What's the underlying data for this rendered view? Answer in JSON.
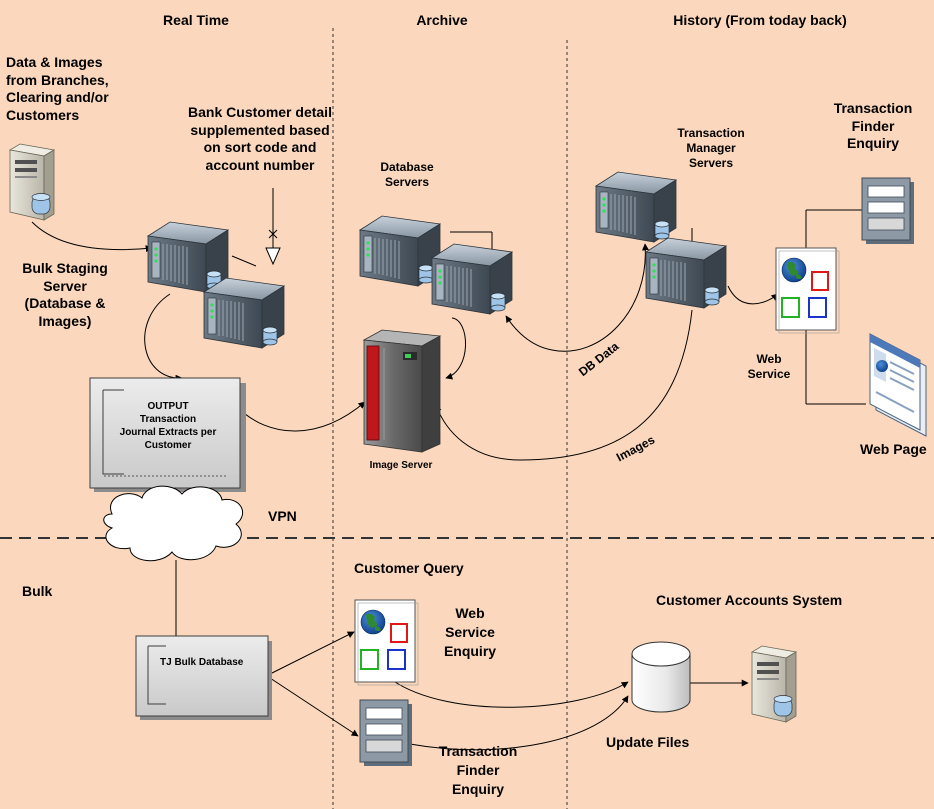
{
  "columns": {
    "real_time": "Real Time",
    "archive": "Archive",
    "history": "History (From today back)"
  },
  "labels": {
    "data_images": [
      "Data & Images",
      "from Branches,",
      "Clearing and/or",
      "Customers"
    ],
    "bank_customer": [
      "Bank Customer detail",
      "supplemented based",
      "on sort code and",
      "account number"
    ],
    "bulk_staging": [
      "Bulk Staging",
      "Server",
      "(Database &",
      "Images)"
    ],
    "database_servers": [
      "Database",
      "Servers"
    ],
    "transaction_manager": [
      "Transaction",
      "Manager",
      "Servers"
    ],
    "transaction_finder_top": [
      "Transaction",
      "Finder",
      "Enquiry"
    ],
    "web_service": [
      "Web",
      "Service"
    ],
    "web_page": "Web Page",
    "output_box": [
      "OUTPUT",
      "Transaction",
      "Journal Extracts per",
      "Customer"
    ],
    "image_server": "Image Server",
    "db_data": "DB Data",
    "images": "Images",
    "vpn": "VPN",
    "bulk": "Bulk",
    "customer_query": "Customer Query",
    "web_service_enquiry": [
      "Web",
      "Service",
      "Enquiry"
    ],
    "customer_accounts": "Customer Accounts System",
    "tj_bulk": "TJ Bulk Database",
    "transaction_finder_bottom": [
      "Transaction",
      "Finder",
      "Enquiry"
    ],
    "update_files": "Update Files"
  },
  "colors": {
    "background": "#fbd8bd",
    "server_dark": "#4f5b66",
    "server_light": "#98a6b3",
    "db_blue": "#9ec5e8",
    "box_fill": "#d9d9d9",
    "image_server_red": "#c0171c"
  }
}
